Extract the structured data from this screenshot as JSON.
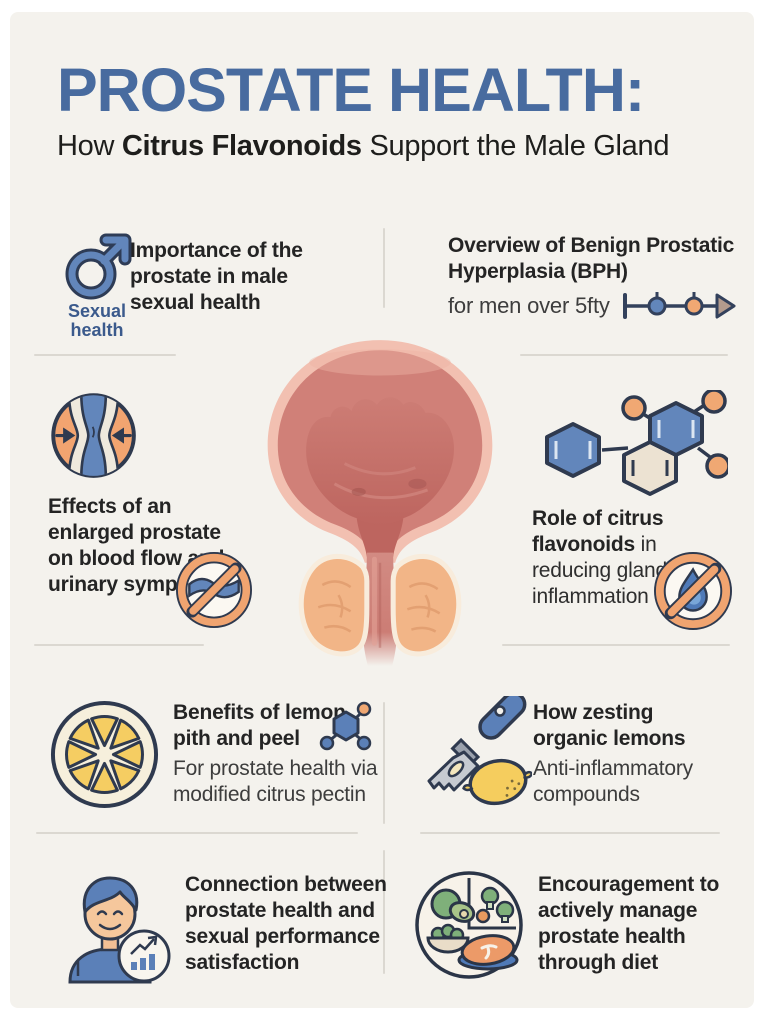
{
  "header": {
    "title": "PROSTATE HEALTH:",
    "subtitle_prefix": "How ",
    "subtitle_bold": "Citrus Flavonoids",
    "subtitle_suffix": " Support the Male Gland"
  },
  "items": {
    "sexual_health": {
      "icon": "male-symbol-icon",
      "icon_caption": "Sexual health",
      "text": "Importance of the prostate in male sexual health"
    },
    "bph_overview": {
      "title": "Overview of Benign Prostatic Hyperplasia (BPH)",
      "note": "for men over 5fty",
      "icon": "age-timeline-icon"
    },
    "enlarged_prostate": {
      "icon": "constricted-vessel-icon",
      "secondary_icon": "no-flow-icon",
      "text": "Effects of an enlarged prostate on blood flow and urinary symptoms"
    },
    "citrus_flavonoids": {
      "icon": "flavonoid-molecule-icon",
      "secondary_icon": "no-inflammation-icon",
      "text_bold": "Role of citrus flavonoids",
      "text_rest": " in reducing glandular inflammation"
    },
    "lemon_pith": {
      "icon": "lemon-slice-icon",
      "secondary_icon": "pectin-molecule-icon",
      "title": "Benefits of lemon pith and peel",
      "subtitle": "For prostate health via modified citrus pectin"
    },
    "zesting": {
      "icon": "lemon-zester-icon",
      "title": "How zesting organic lemons",
      "subtitle": "Anti-inflammatory compounds"
    },
    "connection": {
      "icon": "man-growth-chart-icon",
      "text": "Connection between prostate health and sexual performance satisfaction"
    },
    "diet": {
      "icon": "healthy-diet-plate-icon",
      "text": "Encouragement to actively manage prostate health through diet"
    }
  },
  "center_illustration": {
    "name": "bladder-prostate-anatomy-illustration"
  },
  "colors": {
    "title_blue": "#486b9f",
    "text_dark": "#242424",
    "text_muted": "#3d3d3d",
    "accent_blue": "#5b80b8",
    "accent_orange": "#f0a470",
    "lemon_yellow": "#f5cd62",
    "outline_navy": "#2f3a4f",
    "background": "#f4f2ed",
    "divider": "#dbd8d1"
  }
}
